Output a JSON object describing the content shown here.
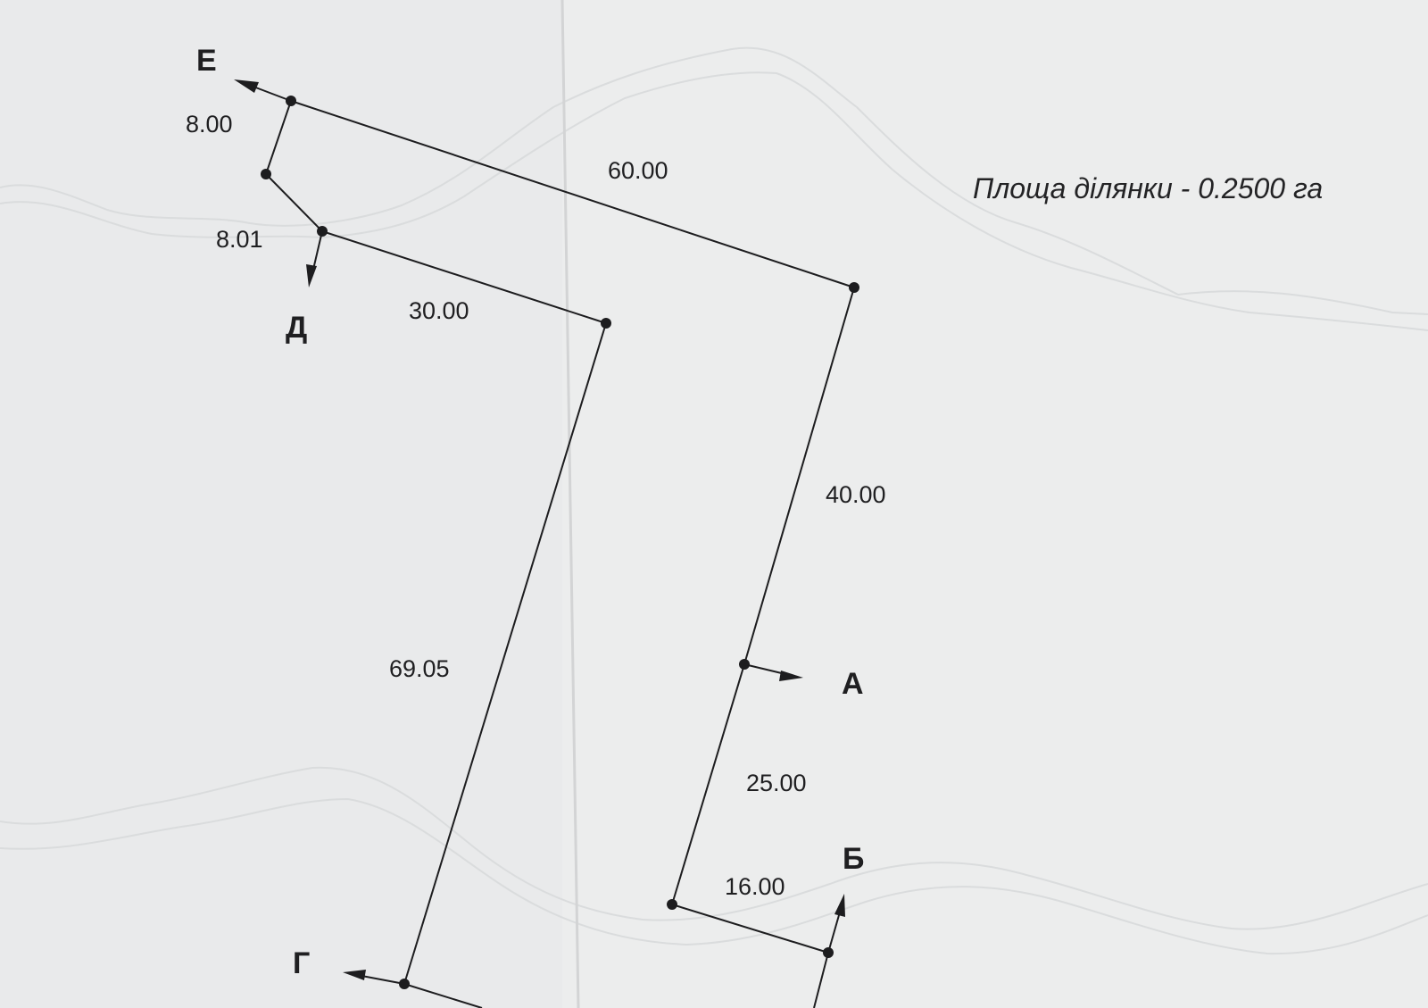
{
  "plan": {
    "area_text": "Площа ділянки - 0.2500 га",
    "point_labels": {
      "A": "А",
      "B": "Б",
      "G": "Г",
      "D": "Д",
      "E": "Е"
    },
    "segments": [
      {
        "id": "seg-e-corner",
        "length": "8.00"
      },
      {
        "id": "seg-corner-d",
        "length": "8.01"
      },
      {
        "id": "seg-d-inner",
        "length": "30.00"
      },
      {
        "id": "seg-e-top-right",
        "length": "60.00"
      },
      {
        "id": "seg-top-right-a",
        "length": "40.00"
      },
      {
        "id": "seg-inner-g",
        "length": "69.05"
      },
      {
        "id": "seg-a-lower",
        "length": "25.00"
      },
      {
        "id": "seg-lower-b",
        "length": "16.00"
      }
    ]
  },
  "colors": {
    "paper": "#e9eaeb",
    "ink": "#1d1d1f",
    "guilloche": "#dadcdd"
  }
}
